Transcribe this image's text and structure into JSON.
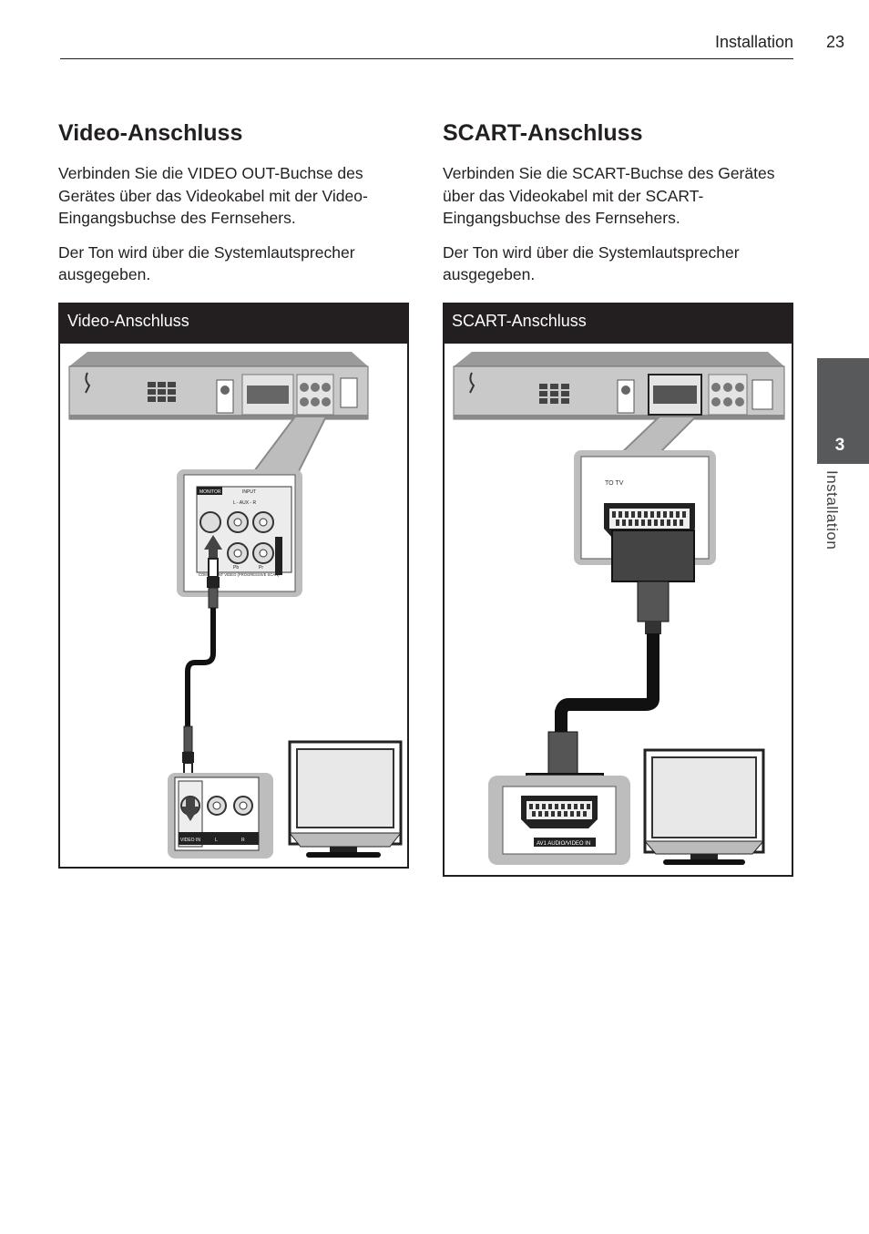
{
  "header": {
    "title": "Installation",
    "page_number": "23"
  },
  "side_tab": {
    "number": "3",
    "label": "Installation"
  },
  "sections": {
    "video": {
      "heading": "Video-Anschluss",
      "paragraph1": "Verbinden Sie die VIDEO OUT-Buchse des Gerätes über das Videokabel mit der Video-Eingangsbuchse des Fernsehers.",
      "paragraph2": "Der Ton wird über die Systemlautsprecher ausgegeben.",
      "figure": {
        "caption": "Video-Anschluss",
        "labels": {
          "monitor": "MONITOR",
          "input": "INPUT",
          "aux": "L  -  AUX  -  R",
          "pb": "Pb",
          "pr": "Pr",
          "component": "COMPONENT VIDEO (PROGRESSIVE SCAN)",
          "video_in": "VIDEO IN",
          "l": "L",
          "r": "R"
        }
      }
    },
    "scart": {
      "heading": "SCART-Anschluss",
      "paragraph1": "Verbinden Sie die SCART-Buchse des Gerätes über das Videokabel mit der SCART-Eingangsbuchse des Fernsehers.",
      "paragraph2": "Der Ton wird über die Systemlautsprecher ausgegeben.",
      "figure": {
        "caption": "SCART-Anschluss",
        "labels": {
          "to_tv": "TO TV",
          "av1": "AV1 AUDIO/VIDEO IN"
        }
      }
    }
  }
}
